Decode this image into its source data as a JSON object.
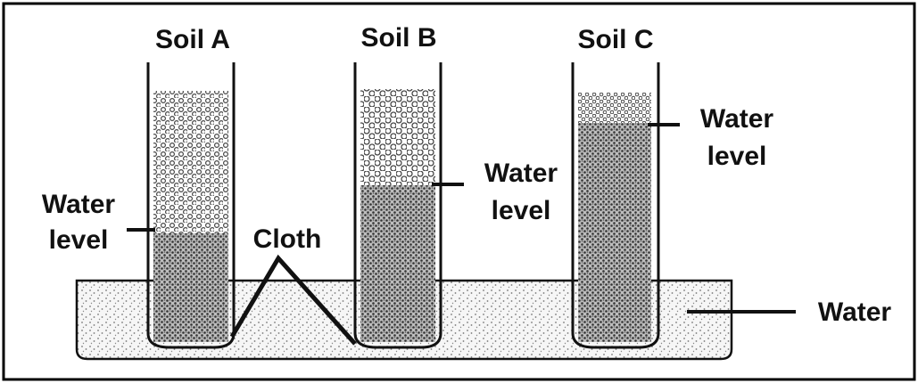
{
  "tubes": [
    {
      "label": "Soil A",
      "water_level_label": "Water\nlevel"
    },
    {
      "label": "Soil B",
      "water_level_label": "Water\nlevel"
    },
    {
      "label": "Soil C",
      "water_level_label": "Water\nlevel"
    }
  ],
  "cloth_label": "Cloth",
  "water_label": "Water",
  "colors": {
    "ink": "#111111",
    "frame": "#000000",
    "dry_soil_dots": "#444444",
    "wet_soil": "#555555",
    "water_dots": "#777777"
  }
}
